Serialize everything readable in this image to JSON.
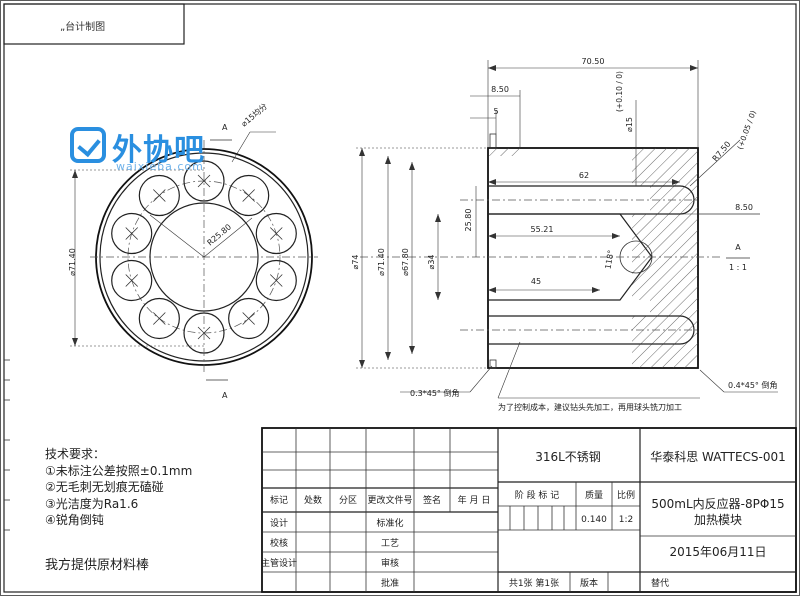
{
  "top_label": "„台计制图",
  "watermark": {
    "brand": "外协吧",
    "domain": "waixieba.com",
    "color": "#2a8fe0"
  },
  "left_view": {
    "note_holes": "⌀15均分",
    "dim_diameter": "⌀71.40",
    "dim_radius": "R25.80",
    "section_mark": "A"
  },
  "section_view": {
    "dim_overall": "70.50",
    "dim_8_50_top": "8.50",
    "dim_5": "5",
    "tol_15": "⌀15",
    "tol_15_tol": "(+0.10 / 0)",
    "dim_r7": "R7.50",
    "tol_r7_tol": "(+0.05 / 0)",
    "dim_62": "62",
    "dim_8_50_right": "8.50",
    "dim_55_21": "55.21",
    "dim_25_80": "25.80",
    "dim_angle": "118°",
    "dim_45": "45",
    "dim_74": "⌀74",
    "dim_71_40": "⌀71.40",
    "dim_67_80": "⌀67.80",
    "dim_34": "⌀34",
    "chamfer_left": "0.3*45° 倒角",
    "chamfer_right": "0.4*45° 倒角",
    "machining_note": "为了控制成本，建议钻头先加工，再用球头铣刀加工",
    "section_label": "A",
    "section_scale": "1 : 1"
  },
  "tech_requirements": {
    "heading": "技术要求：",
    "items": [
      "①未标注公差按照±0.1mm",
      "②无毛刺无划痕无磕碰",
      "③光洁度为Ra1.6",
      "④锐角倒钝"
    ],
    "supply_note": "我方提供原材料棒"
  },
  "title_block": {
    "material": "316L不锈钢",
    "company": "华泰科思 WATTECS-001",
    "part_name_1": "500mL内反应器-8PΦ15",
    "part_name_2": "加热模块",
    "date": "2015年06月11日",
    "weight": "0.140",
    "scale": "1:2",
    "labels": {
      "mark": "标记",
      "count": "处数",
      "zone": "分区",
      "change_doc": "更改文件号",
      "sign": "签名",
      "ymd": "年 月 日",
      "design": "设计",
      "standardize": "标准化",
      "check": "校核",
      "process": "工艺",
      "supervisor": "主管设计",
      "review": "审核",
      "approve": "批准",
      "stage": "阶 段 标 记",
      "weight_label": "质量",
      "scale_label": "比例",
      "sheets": "共1张  第1张",
      "version": "版本",
      "replace": "替代"
    }
  }
}
